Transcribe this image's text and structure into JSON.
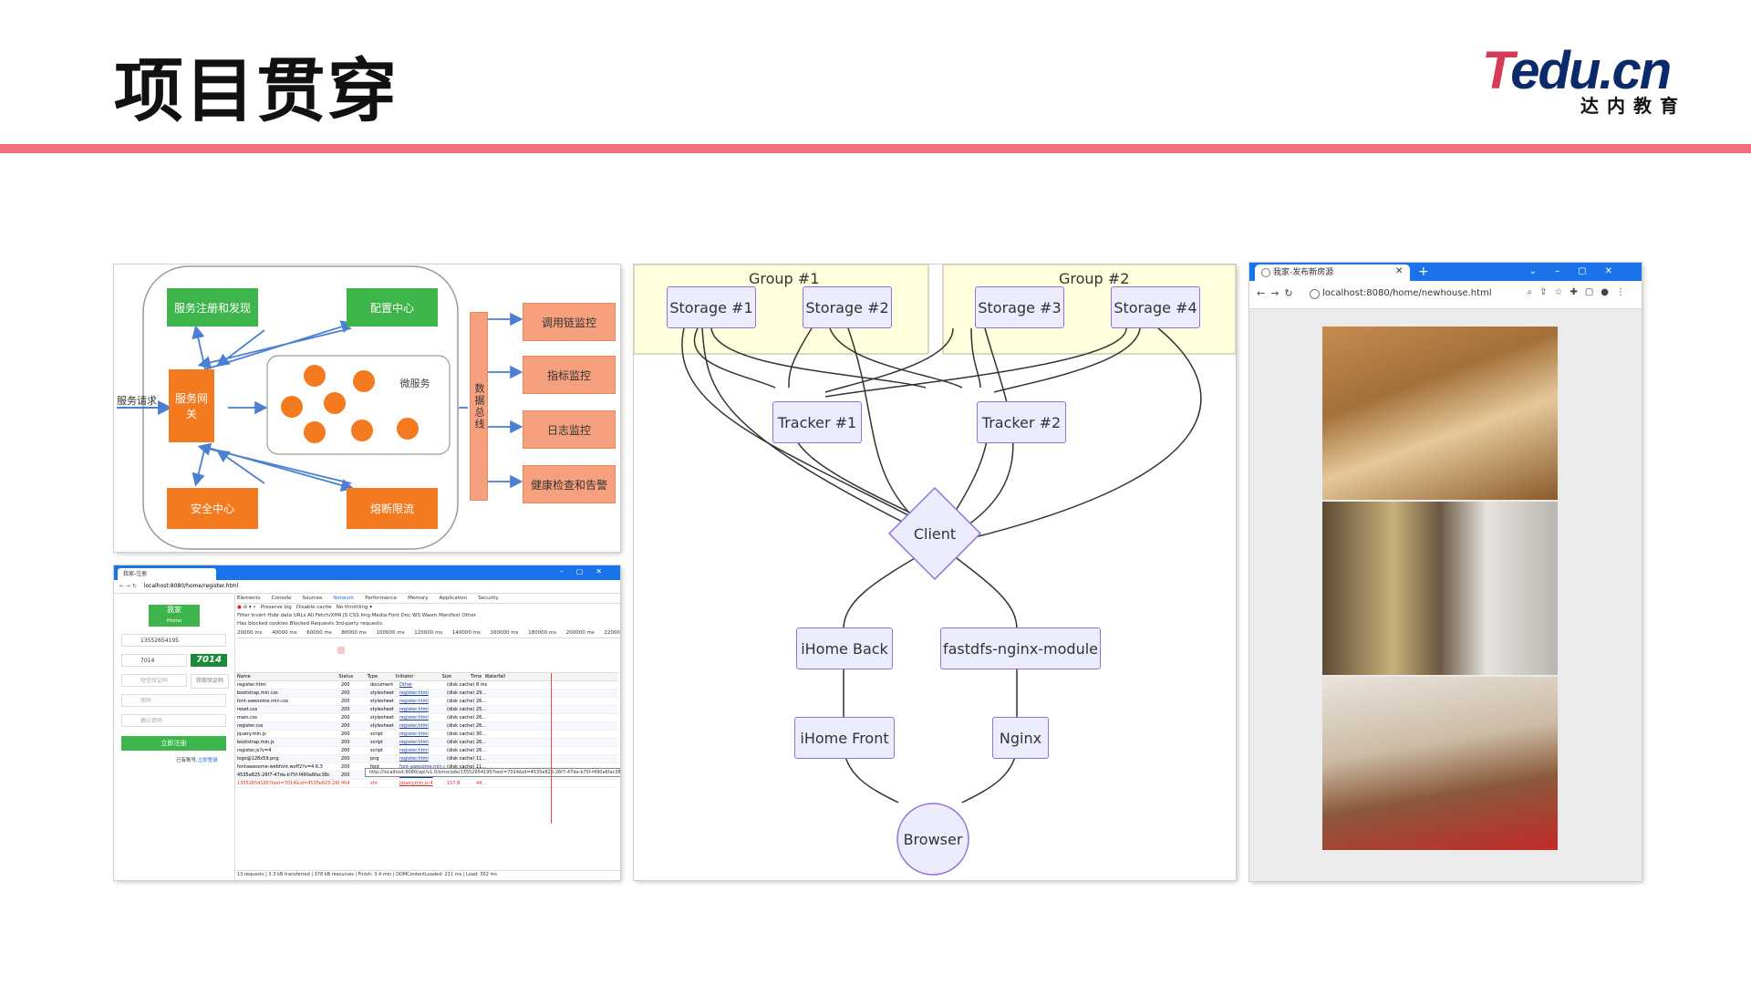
{
  "slide": {
    "title": "项目贯穿"
  },
  "logo": {
    "brand_t": "T",
    "brand_rest": "edu.cn",
    "sub": "达内教育"
  },
  "microservice": {
    "request": "服务请求",
    "registry": "服务注册和发现",
    "config": "配置中心",
    "gateway": "服务网关",
    "microservice": "微服务",
    "security": "安全中心",
    "circuit": "熔断限流",
    "bus": "数据总线",
    "monitors": [
      "调用链监控",
      "指标监控",
      "日志监控",
      "健康检查和告警"
    ]
  },
  "devtools": {
    "tab_title": "我家-注册",
    "url": "localhost:8080/home/register.html",
    "logo_text": "我家",
    "logo_sub": "iHome",
    "phone": "13552654195",
    "captcha_value": "7014",
    "captcha_image": "7014",
    "sms_placeholder": "短信验证码",
    "sms_button": "获取验证码",
    "password_placeholder": "密码",
    "confirm_placeholder": "确认密码",
    "register_button": "立即注册",
    "login_prompt": "已有账号,",
    "login_link": "立即登录",
    "panel_tabs": [
      "Elements",
      "Console",
      "Sources",
      "Network",
      "Performance",
      "Memory",
      "Application",
      "Security"
    ],
    "filters": [
      "Preserve log",
      "Disable cache",
      "No throttling"
    ],
    "type_filters": "Filter    Invert   Hide data URLs   All   Fetch/XHR  JS  CSS  Img  Media  Font  Doc  WS  Wasm  Manifest  Other",
    "blocked": "Has blocked cookies   Blocked Requests   3rd-party requests",
    "timeline": [
      "20000 ms",
      "40000 ms",
      "60000 ms",
      "80000 ms",
      "100000 ms",
      "120000 ms",
      "140000 ms",
      "160000 ms",
      "180000 ms",
      "200000 ms",
      "22000"
    ],
    "columns": [
      "Name",
      "Status",
      "Type",
      "Initiator",
      "Size",
      "Time",
      "Waterfall"
    ],
    "rows": [
      [
        "register.html",
        "200",
        "document",
        "Other",
        "(disk cache)",
        "8 ms"
      ],
      [
        "bootstrap.min.css",
        "200",
        "stylesheet",
        "register.html",
        "(disk cache)",
        "29..."
      ],
      [
        "font-awesome.min.css",
        "200",
        "stylesheet",
        "register.html",
        "(disk cache)",
        "26..."
      ],
      [
        "reset.css",
        "200",
        "stylesheet",
        "register.html",
        "(disk cache)",
        "25..."
      ],
      [
        "main.css",
        "200",
        "stylesheet",
        "register.html",
        "(disk cache)",
        "26..."
      ],
      [
        "register.css",
        "200",
        "stylesheet",
        "register.html",
        "(disk cache)",
        "26..."
      ],
      [
        "jquery.min.js",
        "200",
        "script",
        "register.html",
        "(disk cache)",
        "30..."
      ],
      [
        "bootstrap.min.js",
        "200",
        "script",
        "register.html",
        "(disk cache)",
        "26..."
      ],
      [
        "register.js?v=4",
        "200",
        "script",
        "register.html",
        "(disk cache)",
        "26..."
      ],
      [
        "logo@128x59.png",
        "200",
        "png",
        "register.html",
        "(disk cache)",
        "11..."
      ],
      [
        "fontawesome-webfont.woff2?v=4.6.3",
        "200",
        "font",
        "font-awesome.min.css",
        "(disk cache)",
        "11..."
      ],
      [
        "4535e825-26f7-47da-b75f-f490a6fac38c",
        "200",
        "png",
        "jquery.min.js:4",
        "5.2 kB",
        "83..."
      ],
      [
        "13552654195?text=7014&id=4535e825-26f7-47...",
        "404",
        "xhr",
        "jquery.min.js:4",
        "157 B",
        "44..."
      ]
    ],
    "tooltip": "http://localhost:8080/api/v1.0/smscode/13552654195?text=7014&id=4535e825-26f7-47da-b75f-f490a6fac38c",
    "status_bar": "13 requests  |  3.3 kB transferred  |  378 kB resources  |  Finish: 3.4 min  |  DOMContentLoaded: 211 ms  |  Load: 302 ms"
  },
  "diagram": {
    "group1": "Group #1",
    "group2": "Group #2",
    "storage1": "Storage #1",
    "storage2": "Storage #2",
    "storage3": "Storage #3",
    "storage4": "Storage #4",
    "tracker1": "Tracker #1",
    "tracker2": "Tracker #2",
    "client": "Client",
    "ihome_back": "iHome Back",
    "fastdfs": "fastdfs-nginx-module",
    "ihome_front": "iHome Front",
    "nginx": "Nginx",
    "browser": "Browser"
  },
  "browser": {
    "tab_title": "我家-发布新房源",
    "url": "localhost:8080/home/newhouse.html"
  }
}
